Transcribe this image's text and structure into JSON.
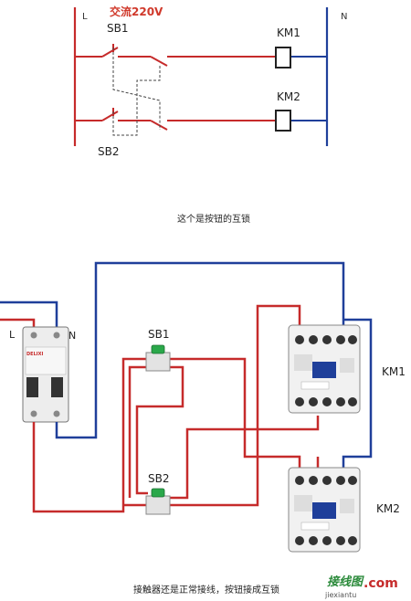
{
  "top_diagram": {
    "label_l": "L",
    "label_n": "N",
    "supply": "交流220V",
    "sb1": "SB1",
    "sb2": "SB2",
    "km1": "KM1",
    "km2": "KM2"
  },
  "caption_top": "这个是按钮的互锁",
  "bottom_diagram": {
    "label_l": "L",
    "label_n": "N",
    "sb1": "SB1",
    "sb2": "SB2",
    "km1": "KM1",
    "km2": "KM2",
    "breaker_brand": "DELIXI"
  },
  "caption_bottom": "接触器还是正常接线，按钮接成互锁",
  "watermark": {
    "text": "接线图",
    "suffix": ".com",
    "url": "jiexiantu"
  },
  "colors": {
    "live": "#c62b2b",
    "neutral": "#1f3f9a",
    "supply_label": "#d0392b"
  }
}
